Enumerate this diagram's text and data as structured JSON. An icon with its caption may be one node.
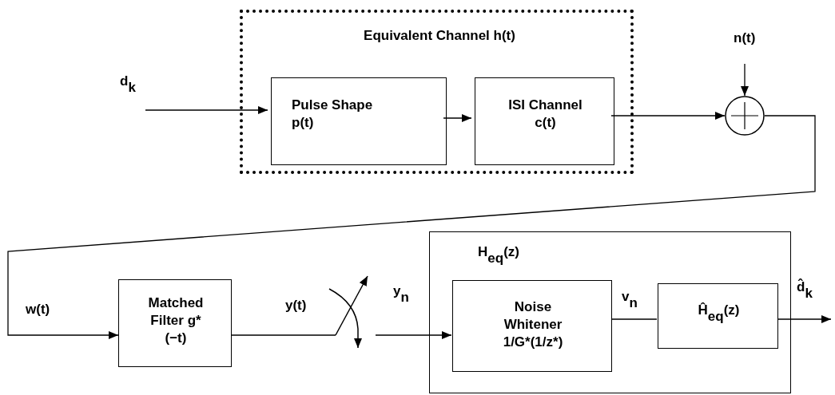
{
  "diagram": {
    "nodes": [
      {
        "text": [
          "Equivalent Channel h(t)"
        ]
      },
      {
        "text": [
          "Pulse Shape p(t)"
        ],
        "in": 0
      },
      {
        "text": [
          "ISI Channel c(t)"
        ],
        "in": 0
      },
      {
        "text": [],
        "shape": "circle"
      },
      {
        "text": [
          "Matched Filter g*(−t)"
        ]
      },
      {
        "text": [],
        "shape": "switch"
      },
      {
        "text": [
          "H$_{eq}$(z)"
        ]
      },
      {
        "text": [
          "Noise Whitener 1/G*(1/z*)"
        ],
        "in": 6
      },
      {
        "text": [
          "Ĥ$_{eq}$(z)"
        ],
        "in": 6
      }
    ],
    "edges": [
      {
        "from": null,
        "to": 1,
        "arrow": "to",
        "label": "d$_{k}$"
      },
      {
        "from": 1,
        "to": 2,
        "arrow": "to"
      },
      {
        "from": null,
        "to": 3,
        "arrow": "to",
        "label": "n(t)"
      },
      {
        "from": 2,
        "to": 3,
        "arrow": "to"
      },
      {
        "from": 3,
        "to": 4,
        "arrow": "to",
        "label": "w(t)"
      },
      {
        "from": 4,
        "to": 5,
        "arrow": "none",
        "label": "y(t)"
      },
      {
        "from": 5,
        "to": 7,
        "arrow": "to",
        "label": "y$_{n}$"
      },
      {
        "from": 7,
        "to": 8,
        "arrow": "none",
        "label": "v$_{n}$"
      },
      {
        "from": 8,
        "to": null,
        "arrow": "to",
        "label": "d̂$_{k}$"
      }
    ]
  }
}
